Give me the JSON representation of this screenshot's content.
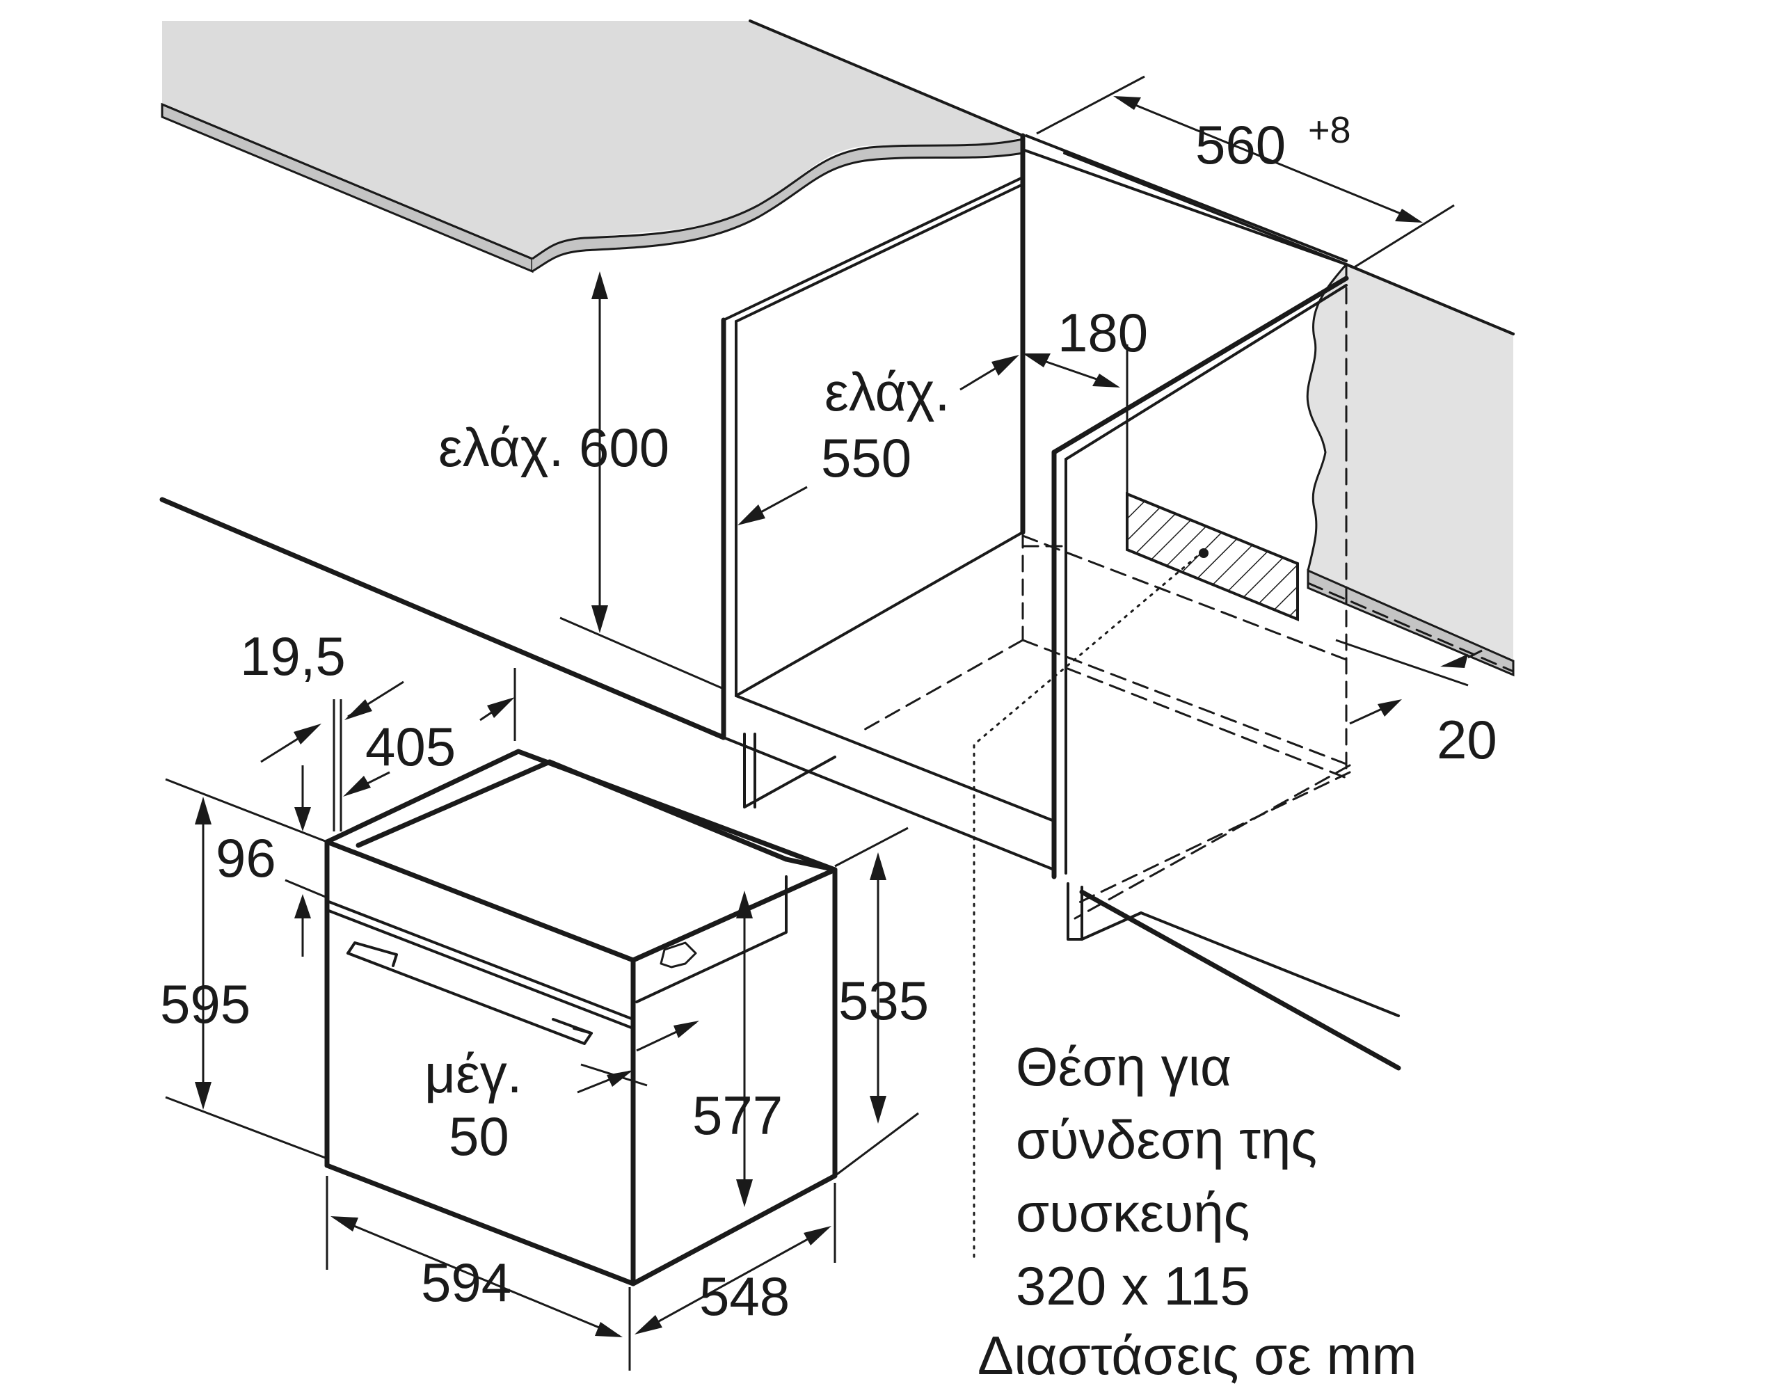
{
  "labels": {
    "min_600": "ελάχ. 600",
    "min_word": "ελάχ.",
    "val_550": "550",
    "val_180": "180",
    "val_560": "560",
    "val_560_tol": "+8",
    "val_20": "20",
    "val_19_5": "19,5",
    "val_405": "405",
    "val_96": "96",
    "val_595": "595",
    "val_535": "535",
    "val_577": "577",
    "max_word": "μέγ.",
    "val_50": "50",
    "val_594": "594",
    "val_548": "548",
    "connection_line1": "Θέση για",
    "connection_line2": "σύνδεση της",
    "connection_line3": "συσκευής",
    "connection_line4": "320 x 115",
    "units": "Διαστάσεις σε mm"
  },
  "colors": {
    "line": "#1a1a1a",
    "counter_top": "#dcdcdc",
    "counter_edge": "#c4c4c4",
    "wall_fill": "#e2e2e2",
    "background": "#ffffff"
  }
}
